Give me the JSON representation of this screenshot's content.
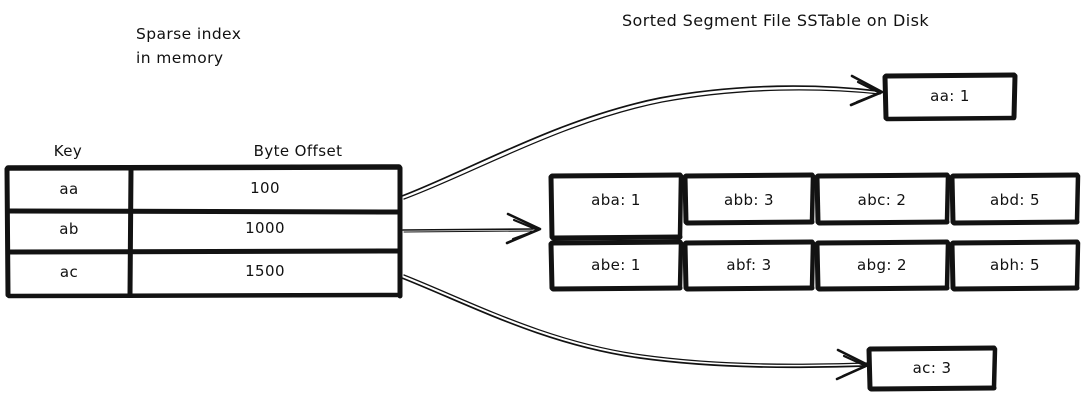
{
  "diagram": {
    "title": "Sorted Segment File SSTable on Disk",
    "sparse_index_caption_line1": "Sparse index",
    "sparse_index_caption_line2": "in memory",
    "stroke_color": "#121212",
    "background_color": "#ffffff"
  },
  "index_table": {
    "columns": [
      "Key",
      "Byte Offset"
    ],
    "rows": [
      {
        "key": "aa",
        "offset": "100"
      },
      {
        "key": "ab",
        "offset": "1000"
      },
      {
        "key": "ac",
        "offset": "1500"
      }
    ]
  },
  "sstable": {
    "top_block": {
      "entry": "aa: 1"
    },
    "middle_block": {
      "row1": [
        "aba: 1",
        "abb: 3",
        "abc: 2",
        "abd: 5"
      ],
      "row2": [
        "abe: 1",
        "abf: 3",
        "abg: 2",
        "abh: 5"
      ]
    },
    "bottom_block": {
      "entry": "ac: 3"
    }
  },
  "arrows": [
    {
      "name": "arrow-aa-to-top-block",
      "from": "row-aa",
      "to": "top-block"
    },
    {
      "name": "arrow-ab-to-middle-block",
      "from": "row-ab",
      "to": "middle-block"
    },
    {
      "name": "arrow-ac-to-bottom-block",
      "from": "row-ac",
      "to": "bottom-block"
    }
  ]
}
